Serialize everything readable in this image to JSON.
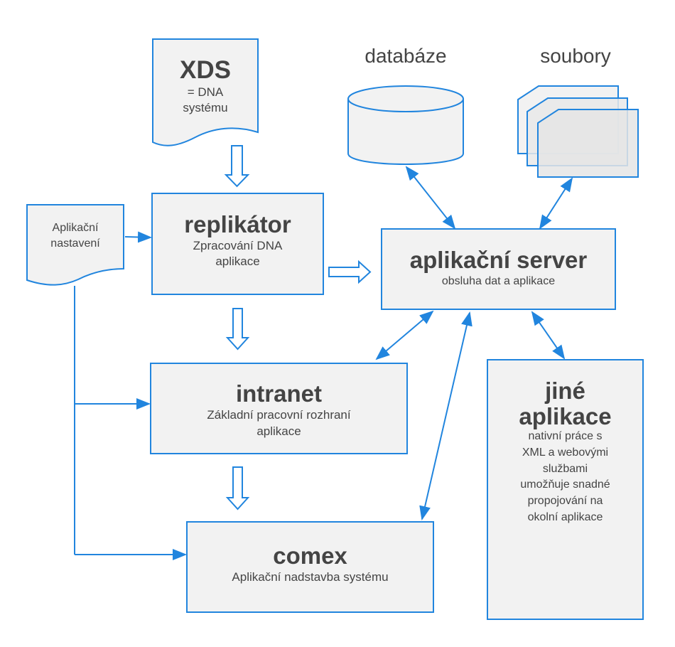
{
  "colors": {
    "stroke": "#2185de",
    "fill": "#f2f2f2",
    "fill_dark": "#e5e5e5",
    "text": "#444444"
  },
  "storage_labels": {
    "database": "databáze",
    "files": "soubory"
  },
  "nodes": {
    "xds": {
      "title": "XDS",
      "subtitle_lines": [
        "= DNA",
        "systému"
      ]
    },
    "app_settings": {
      "lines": [
        "Aplikační",
        "nastavení"
      ]
    },
    "replicator": {
      "title": "replikátor",
      "subtitle_lines": [
        "Zpracování DNA",
        "aplikace"
      ]
    },
    "app_server": {
      "title": "aplikační server",
      "subtitle_lines": [
        "obsluha dat a aplikace"
      ]
    },
    "intranet": {
      "title": "intranet",
      "subtitle_lines": [
        "Základní pracovní rozhraní",
        "aplikace"
      ]
    },
    "comex": {
      "title": "comex",
      "subtitle_lines": [
        "Aplikační nadstavba systému"
      ]
    },
    "other_apps": {
      "title_lines": [
        "jiné",
        "aplikace"
      ],
      "subtitle_lines": [
        "nativní práce s",
        "XML a webovými",
        "službami",
        "umožňuje snadné",
        "propojování na",
        "okolní aplikace"
      ]
    }
  },
  "connections": [
    {
      "from": "xds",
      "to": "replicator",
      "type": "hollow-arrow"
    },
    {
      "from": "replicator",
      "to": "app_server",
      "type": "hollow-arrow"
    },
    {
      "from": "replicator",
      "to": "intranet",
      "type": "hollow-arrow"
    },
    {
      "from": "intranet",
      "to": "comex",
      "type": "hollow-arrow"
    },
    {
      "from": "app_settings",
      "to": "replicator",
      "type": "arrow"
    },
    {
      "from": "app_settings",
      "to": "intranet",
      "type": "arrow"
    },
    {
      "from": "app_settings",
      "to": "comex",
      "type": "arrow"
    },
    {
      "from": "database",
      "to": "app_server",
      "type": "double-arrow"
    },
    {
      "from": "files",
      "to": "app_server",
      "type": "double-arrow"
    },
    {
      "from": "app_server",
      "to": "intranet",
      "type": "double-arrow"
    },
    {
      "from": "app_server",
      "to": "comex",
      "type": "double-arrow"
    },
    {
      "from": "app_server",
      "to": "other_apps",
      "type": "double-arrow"
    }
  ]
}
